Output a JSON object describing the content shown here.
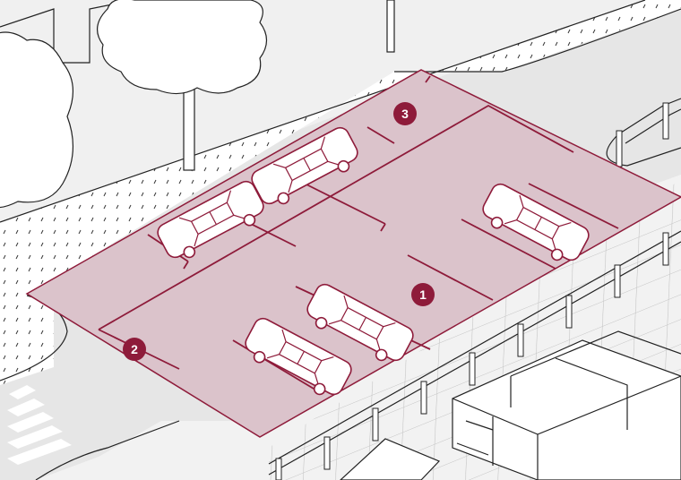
{
  "colors": {
    "accent": "#8e1b3a",
    "lot_fill": "#dbc3cb",
    "street": "#e3e3e3",
    "sidewalk": "#f1f1f1",
    "greenery": "#ffffff",
    "outline": "#222222"
  },
  "markers": [
    {
      "label": "1"
    },
    {
      "label": "2"
    },
    {
      "label": "3"
    }
  ]
}
